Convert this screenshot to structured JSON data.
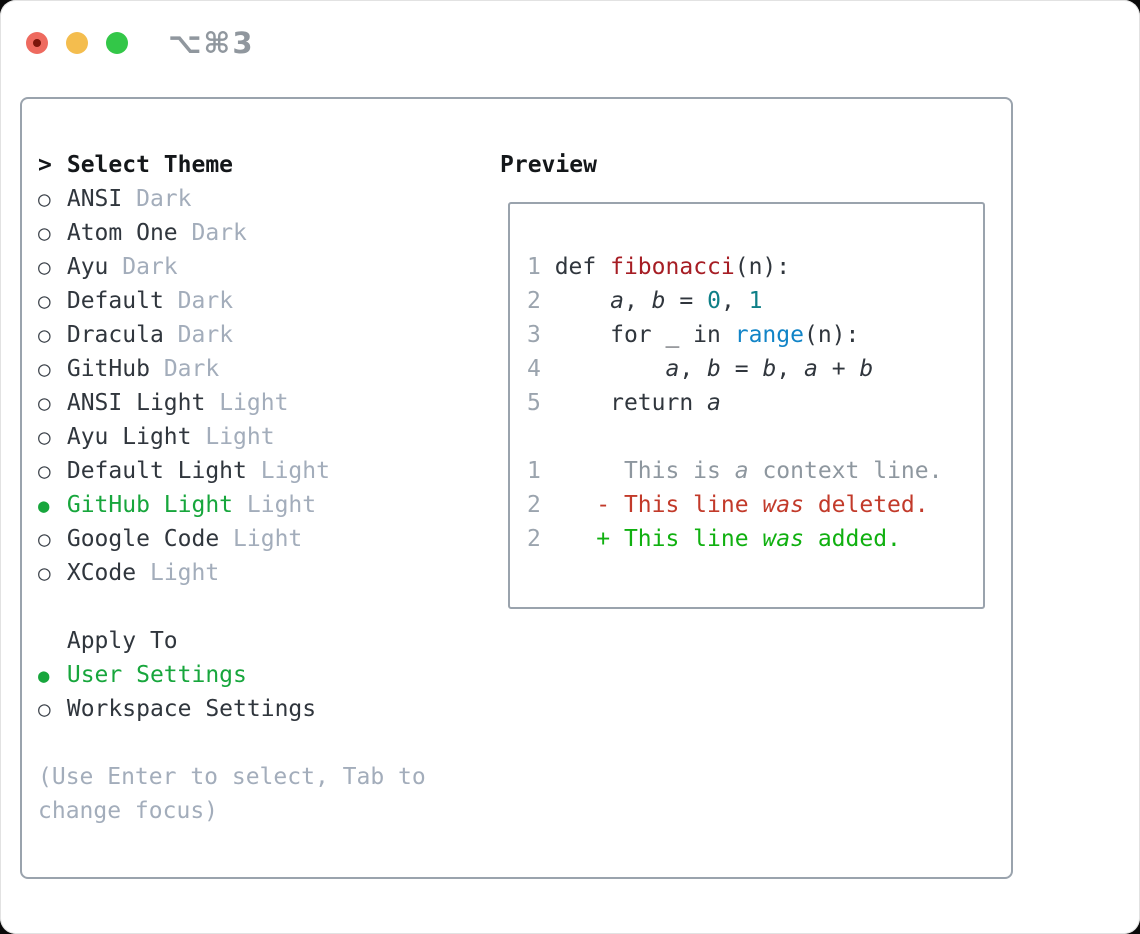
{
  "window": {
    "shortcut_label": "⌥⌘3"
  },
  "traffic_lights": {
    "red": "#ee6a5f",
    "yellow": "#f4bd4e",
    "green": "#33c748"
  },
  "markers": {
    "unselected": "○",
    "selected": "●",
    "cursor": ">"
  },
  "colors": {
    "panel_border": "#9aa3ad",
    "selected_green": "#17a63c",
    "muted_gray": "#a3adbb",
    "text_dark": "#30363d",
    "function_red": "#a61d24",
    "number_teal": "#0e7f87",
    "builtin_blue": "#1184c7",
    "diff_deleted_red": "#c23a2a",
    "diff_added_green": "#10b010"
  },
  "theme_selector": {
    "title": "Select Theme",
    "items": [
      {
        "name": "ANSI",
        "variant": "Dark",
        "selected": false
      },
      {
        "name": "Atom One",
        "variant": "Dark",
        "selected": false
      },
      {
        "name": "Ayu",
        "variant": "Dark",
        "selected": false
      },
      {
        "name": "Default",
        "variant": "Dark",
        "selected": false
      },
      {
        "name": "Dracula",
        "variant": "Dark",
        "selected": false
      },
      {
        "name": "GitHub",
        "variant": "Dark",
        "selected": false
      },
      {
        "name": "ANSI Light",
        "variant": "Light",
        "selected": false
      },
      {
        "name": "Ayu Light",
        "variant": "Light",
        "selected": false
      },
      {
        "name": "Default Light",
        "variant": "Light",
        "selected": false
      },
      {
        "name": "GitHub Light",
        "variant": "Light",
        "selected": true
      },
      {
        "name": "Google Code",
        "variant": "Light",
        "selected": false
      },
      {
        "name": "XCode",
        "variant": "Light",
        "selected": false
      }
    ]
  },
  "apply_to": {
    "title": "Apply To",
    "options": [
      {
        "name": "User Settings",
        "selected": true
      },
      {
        "name": "Workspace Settings",
        "selected": false
      }
    ]
  },
  "hint": "(Use Enter to select, Tab to change focus)",
  "preview": {
    "title": "Preview",
    "code_lines": [
      {
        "ln": "1",
        "tokens": [
          [
            " def ",
            "keyword"
          ],
          [
            "fibonacci",
            "function"
          ],
          [
            "(n):",
            "plain"
          ]
        ]
      },
      {
        "ln": "2",
        "tokens": [
          [
            "     ",
            "plain"
          ],
          [
            "a",
            "variable"
          ],
          [
            ", ",
            "plain"
          ],
          [
            "b",
            "variable"
          ],
          [
            " = ",
            "plain"
          ],
          [
            "0",
            "number"
          ],
          [
            ", ",
            "plain"
          ],
          [
            "1",
            "number"
          ]
        ]
      },
      {
        "ln": "3",
        "tokens": [
          [
            "     for _ in ",
            "plain"
          ],
          [
            "range",
            "builtin"
          ],
          [
            "(n):",
            "plain"
          ]
        ]
      },
      {
        "ln": "4",
        "tokens": [
          [
            "         ",
            "plain"
          ],
          [
            "a",
            "variable"
          ],
          [
            ", ",
            "plain"
          ],
          [
            "b",
            "variable"
          ],
          [
            " = ",
            "plain"
          ],
          [
            "b",
            "variable"
          ],
          [
            ", ",
            "plain"
          ],
          [
            "a",
            "variable"
          ],
          [
            " + ",
            "plain"
          ],
          [
            "b",
            "variable"
          ]
        ]
      },
      {
        "ln": "5",
        "tokens": [
          [
            "     return ",
            "plain"
          ],
          [
            "a",
            "variable"
          ]
        ]
      },
      {
        "ln": "",
        "tokens": []
      },
      {
        "ln": "1",
        "tokens": [
          [
            "      This is ",
            "context"
          ],
          [
            "a",
            "context-italic"
          ],
          [
            " context line.",
            "context"
          ]
        ]
      },
      {
        "ln": "2",
        "tokens": [
          [
            "    - This line ",
            "deleted"
          ],
          [
            "was",
            "deleted-italic"
          ],
          [
            " deleted.",
            "deleted"
          ]
        ]
      },
      {
        "ln": "2",
        "tokens": [
          [
            "    + This line ",
            "added"
          ],
          [
            "was",
            "added-italic"
          ],
          [
            " added.",
            "added"
          ]
        ]
      }
    ]
  }
}
